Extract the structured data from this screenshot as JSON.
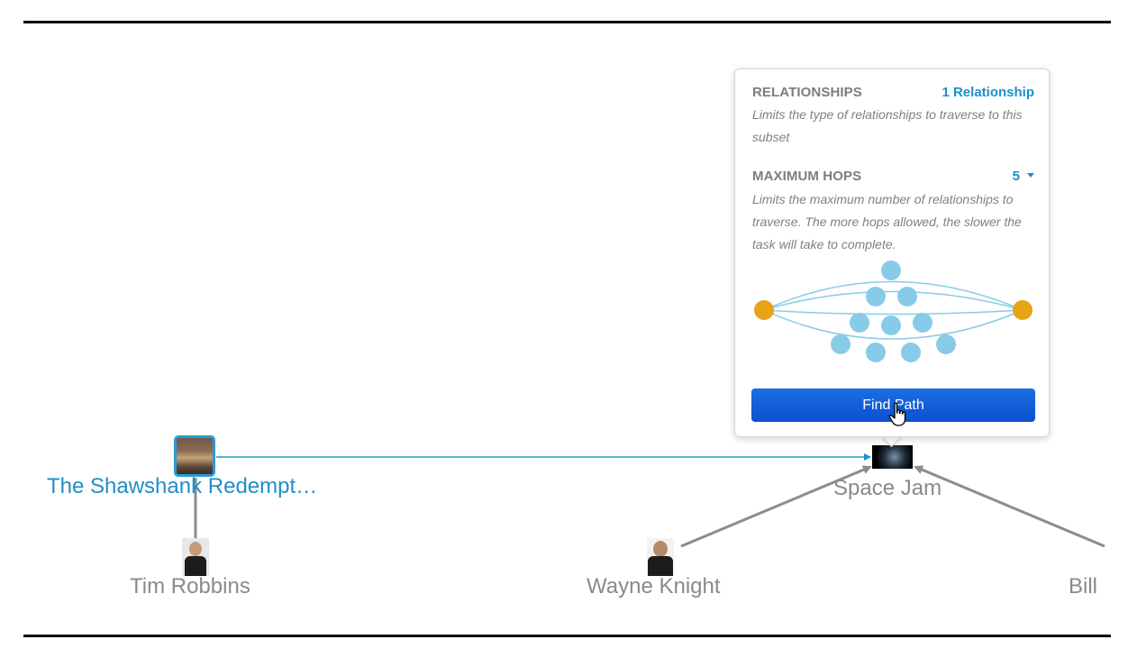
{
  "graph": {
    "nodes": {
      "shawshank": {
        "label": "The Shawshank Redempt…"
      },
      "space_jam": {
        "label": "Space Jam"
      },
      "tim_robbins": {
        "label": "Tim Robbins"
      },
      "wayne_knight": {
        "label": "Wayne Knight"
      },
      "bill": {
        "label": "Bill I"
      }
    }
  },
  "popup": {
    "relationships": {
      "title": "RELATIONSHIPS",
      "value": "1 Relationship",
      "description": "Limits the type of relationships to traverse to this subset"
    },
    "max_hops": {
      "title": "MAXIMUM HOPS",
      "value": "5",
      "description": "Limits the maximum number of relationships to traverse. The more hops allowed, the slower the task will take to complete."
    },
    "find_path_label": "Find Path"
  },
  "colors": {
    "accent": "#1f8fc7",
    "button": "#0b4fd0",
    "endpoint_node": "#e8a317",
    "hop_node": "#88cbe8",
    "edge_gray": "#8c8c8c"
  },
  "icons": {
    "cursor": "hand-pointer-icon"
  }
}
